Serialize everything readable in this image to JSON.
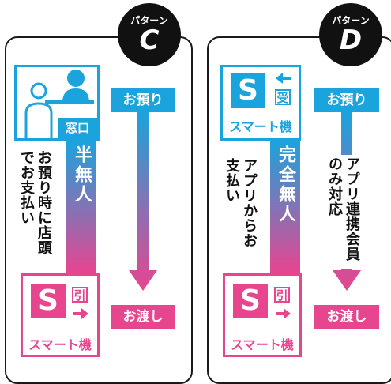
{
  "pattern_c": {
    "badge_small": "パターン",
    "badge_letter": "C",
    "counter_label": "窓口",
    "machine_kanji": "引",
    "machine_label": "スマート機",
    "gradient_label": "半無人",
    "side_text": "お預り時に店頭でお支払い",
    "top_label": "お預り",
    "bottom_label": "お渡し"
  },
  "pattern_d": {
    "badge_small": "パターン",
    "badge_letter": "D",
    "top_machine_kanji": "受",
    "top_machine_label": "スマート機",
    "bottom_machine_kanji": "引",
    "bottom_machine_label": "スマート機",
    "gradient_label": "完全無人",
    "side_text": "アプリからお支払い",
    "app_text": "アプリ連携会員のみ対応",
    "top_label": "お預り",
    "bottom_label": "お渡し"
  },
  "machine_letter": "S",
  "colors": {
    "blue": "#1ba3dd",
    "pink": "#e8458f",
    "black": "#111111"
  }
}
